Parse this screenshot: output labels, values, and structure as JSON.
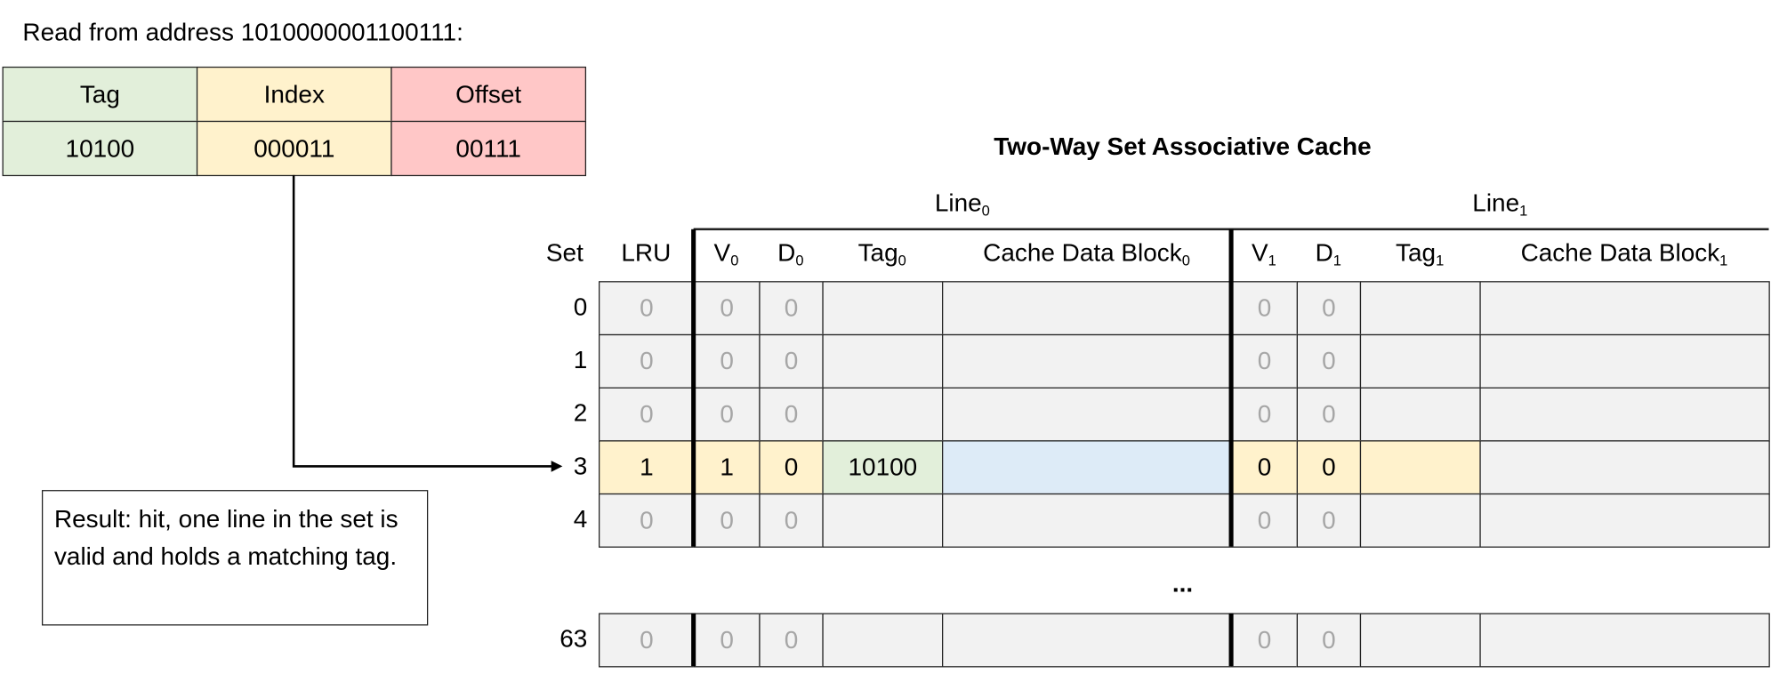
{
  "read_label": "Read from address 1010000001100111:",
  "address": {
    "headers": [
      "Tag",
      "Index",
      "Offset"
    ],
    "values": [
      "10100",
      "000011",
      "00111"
    ]
  },
  "result": "Result: hit, one line in the set is valid and holds a matching tag.",
  "cache_title": "Two-Way Set Associative Cache",
  "line_labels": [
    {
      "base": "Line",
      "sub": "0"
    },
    {
      "base": "Line",
      "sub": "1"
    }
  ],
  "columns": [
    {
      "base": "Set",
      "sub": ""
    },
    {
      "base": "LRU",
      "sub": ""
    },
    {
      "base": "V",
      "sub": "0"
    },
    {
      "base": "D",
      "sub": "0"
    },
    {
      "base": "Tag",
      "sub": "0"
    },
    {
      "base": "Cache Data Block",
      "sub": "0"
    },
    {
      "base": "V",
      "sub": "1"
    },
    {
      "base": "D",
      "sub": "1"
    },
    {
      "base": "Tag",
      "sub": "1"
    },
    {
      "base": "Cache Data Block",
      "sub": "1"
    }
  ],
  "ellipsis": "...",
  "rows": [
    {
      "set": "0",
      "lru": "0",
      "v0": "0",
      "d0": "0",
      "tag0": "",
      "v1": "0",
      "d1": "0",
      "tag1": "",
      "active": false
    },
    {
      "set": "1",
      "lru": "0",
      "v0": "0",
      "d0": "0",
      "tag0": "",
      "v1": "0",
      "d1": "0",
      "tag1": "",
      "active": false
    },
    {
      "set": "2",
      "lru": "0",
      "v0": "0",
      "d0": "0",
      "tag0": "",
      "v1": "0",
      "d1": "0",
      "tag1": "",
      "active": false
    },
    {
      "set": "3",
      "lru": "1",
      "v0": "1",
      "d0": "0",
      "tag0": "10100",
      "v1": "0",
      "d1": "0",
      "tag1": "",
      "active": true
    },
    {
      "set": "4",
      "lru": "0",
      "v0": "0",
      "d0": "0",
      "tag0": "",
      "v1": "0",
      "d1": "0",
      "tag1": "",
      "active": false
    },
    {
      "set": "63",
      "lru": "0",
      "v0": "0",
      "d0": "0",
      "tag0": "",
      "v1": "0",
      "d1": "0",
      "tag1": "",
      "active": false
    }
  ],
  "colors": {
    "tag": "#e2efda",
    "index": "#fff2cc",
    "offset": "#ffc7c7",
    "empty": "#f2f2f2",
    "block_hit": "#ddebf7",
    "dim_text": "#a6a6a6"
  }
}
